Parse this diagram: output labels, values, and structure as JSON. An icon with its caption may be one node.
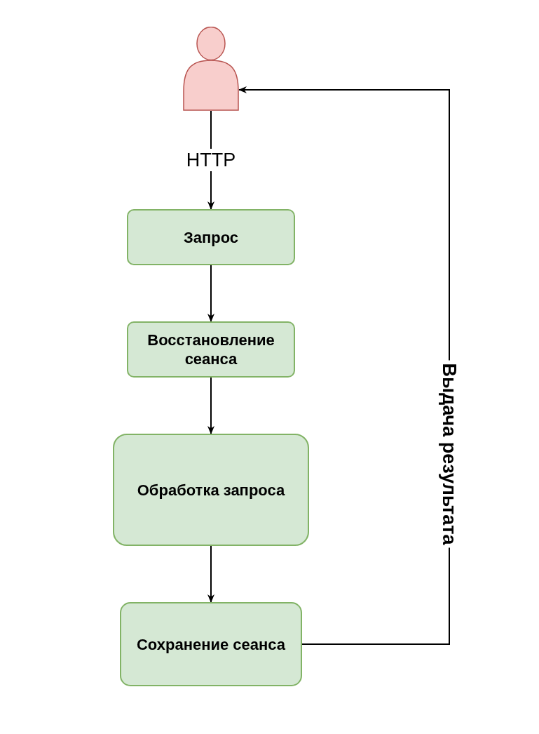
{
  "diagram": {
    "nodes": [
      {
        "text": [],
        "shape": "person"
      },
      {
        "text": [
          "Запрос"
        ]
      },
      {
        "text": [
          "Восстановление сеанса"
        ]
      },
      {
        "text": [
          "Обработка запроса"
        ]
      },
      {
        "text": [
          "Сохранение сеанса"
        ]
      }
    ],
    "edges": [
      {
        "from": 0,
        "to": 1,
        "arrow": "to",
        "label": "HTTP"
      },
      {
        "from": 1,
        "to": 2,
        "arrow": "to"
      },
      {
        "from": 2,
        "to": 3,
        "arrow": "to"
      },
      {
        "from": 3,
        "to": 4,
        "arrow": "to"
      },
      {
        "from": 4,
        "to": 0,
        "arrow": "to",
        "label": "Выдача результата"
      }
    ]
  }
}
